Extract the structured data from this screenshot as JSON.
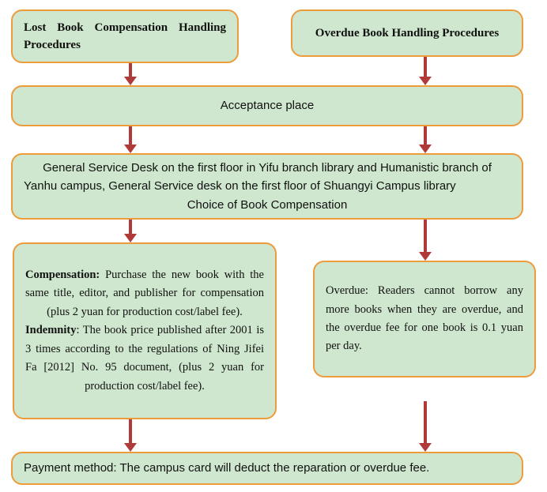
{
  "diagram": {
    "title": "Library Lost Book Compensation and Overdue Book Handling Procedures Flowchart",
    "colors": {
      "node_fill": "#cfe7ce",
      "node_border": "#ed9c3c",
      "arrow": "#b03a38",
      "background": "#ffffff",
      "text": "#111111"
    },
    "nodes": {
      "lost_book": {
        "label": "Lost Book Compensation Handling Procedures"
      },
      "overdue_book": {
        "label": "Overdue Book Handling Procedures"
      },
      "acceptance_place": {
        "label": "Acceptance place"
      },
      "service_desk": {
        "line1": "General Service Desk on the first floor in Yifu branch library and Humanistic branch of",
        "line2": "Yanhu campus,   General Service desk on the first floor of Shuangyi Campus library",
        "line3": "Choice of Book Compensation"
      },
      "compensation": {
        "para1_lead": "Compensation:",
        "para1_body": " Purchase the new book with the same title, editor, and publisher for compensation (plus 2 yuan for production cost/label fee).",
        "para2_lead": "Indemnity",
        "para2_body": ": The book price published after 2001 is 3 times according to the regulations of Ning Jifei Fa [2012] No. 95 document, (plus 2 yuan for production cost/label fee)."
      },
      "overdue_detail": {
        "text": "Overdue: Readers cannot borrow any more books when they are overdue, and the overdue fee for one book is 0.1 yuan per day."
      },
      "payment_method": {
        "label": "Payment method: The campus card will deduct the reparation or overdue fee."
      }
    },
    "connectors": [
      {
        "name": "lost-book-to-acceptance",
        "icon": "down-arrow-icon"
      },
      {
        "name": "overdue-book-to-acceptance",
        "icon": "down-arrow-icon"
      },
      {
        "name": "acceptance-to-service-desk-left",
        "icon": "down-arrow-icon"
      },
      {
        "name": "acceptance-to-service-desk-right",
        "icon": "down-arrow-icon"
      },
      {
        "name": "service-desk-to-compensation",
        "icon": "down-arrow-icon"
      },
      {
        "name": "service-desk-to-overdue-detail",
        "icon": "down-arrow-icon"
      },
      {
        "name": "compensation-to-payment",
        "icon": "down-arrow-icon"
      },
      {
        "name": "overdue-detail-to-payment",
        "icon": "down-arrow-icon"
      }
    ]
  }
}
